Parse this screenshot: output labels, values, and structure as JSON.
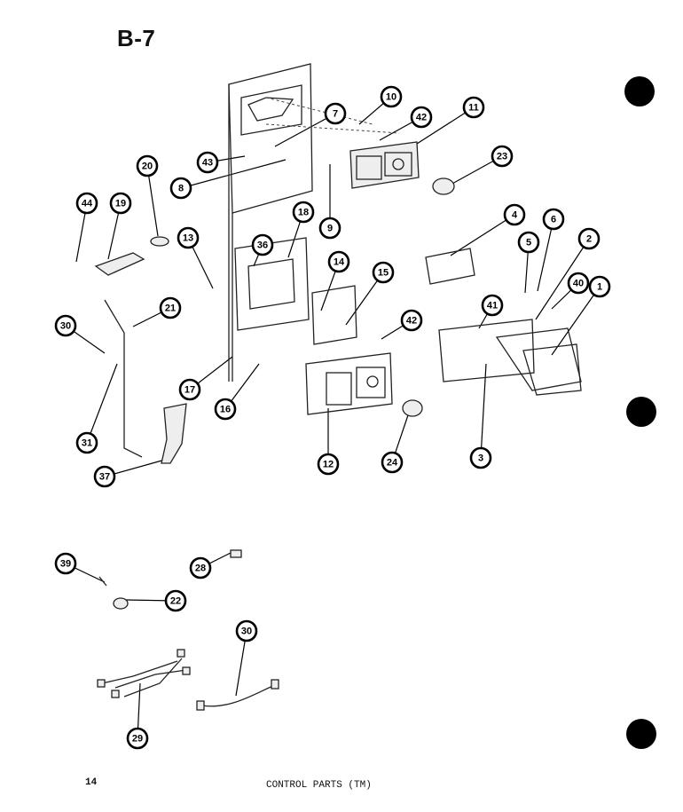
{
  "page": {
    "title": "B-7",
    "page_number": "14",
    "caption": "CONTROL PARTS (TM)"
  },
  "callouts": [
    {
      "label": "1",
      "key": "1"
    },
    {
      "label": "2",
      "key": "2"
    },
    {
      "label": "3",
      "key": "3"
    },
    {
      "label": "4",
      "key": "4"
    },
    {
      "label": "5",
      "key": "5"
    },
    {
      "label": "6",
      "key": "6"
    },
    {
      "label": "7",
      "key": "7"
    },
    {
      "label": "8",
      "key": "8"
    },
    {
      "label": "9",
      "key": "9"
    },
    {
      "label": "10",
      "key": "10"
    },
    {
      "label": "11",
      "key": "11"
    },
    {
      "label": "12",
      "key": "12"
    },
    {
      "label": "13",
      "key": "13"
    },
    {
      "label": "14",
      "key": "14"
    },
    {
      "label": "15",
      "key": "15"
    },
    {
      "label": "16",
      "key": "16"
    },
    {
      "label": "17",
      "key": "17"
    },
    {
      "label": "18",
      "key": "18"
    },
    {
      "label": "19",
      "key": "19"
    },
    {
      "label": "20",
      "key": "20"
    },
    {
      "label": "21",
      "key": "21"
    },
    {
      "label": "22",
      "key": "22"
    },
    {
      "label": "23",
      "key": "23"
    },
    {
      "label": "24",
      "key": "24"
    },
    {
      "label": "28",
      "key": "28"
    },
    {
      "label": "29",
      "key": "29"
    },
    {
      "label": "30",
      "key": "30a"
    },
    {
      "label": "30",
      "key": "30b"
    },
    {
      "label": "31",
      "key": "31"
    },
    {
      "label": "36",
      "key": "36"
    },
    {
      "label": "37",
      "key": "37"
    },
    {
      "label": "39",
      "key": "39"
    },
    {
      "label": "40",
      "key": "40"
    },
    {
      "label": "41",
      "key": "41"
    },
    {
      "label": "42",
      "key": "42a"
    },
    {
      "label": "42",
      "key": "42b"
    },
    {
      "label": "43",
      "key": "43"
    },
    {
      "label": "44",
      "key": "44"
    }
  ]
}
